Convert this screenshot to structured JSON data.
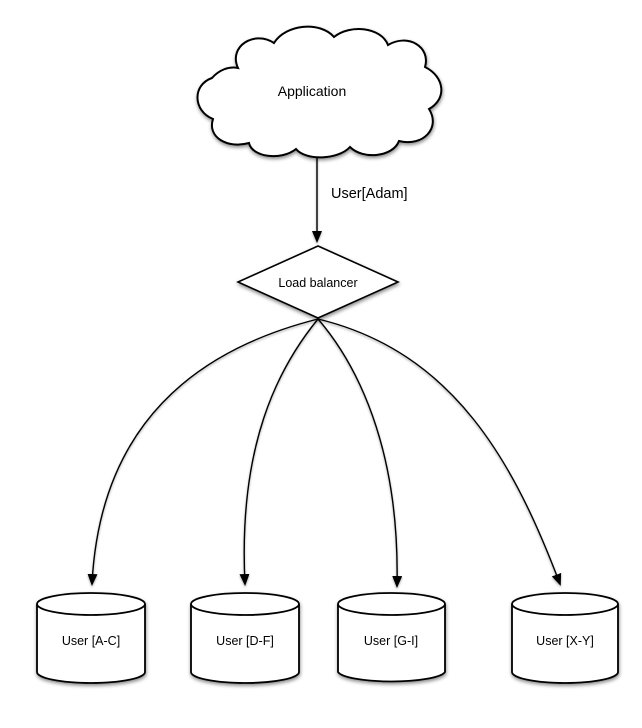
{
  "diagram": {
    "application_node": {
      "label": "Application",
      "shape": "cloud"
    },
    "request_edge": {
      "label": "User[Adam]"
    },
    "load_balancer_node": {
      "label": "Load balancer",
      "shape": "diamond"
    },
    "database_nodes": [
      {
        "label": "User [A-C]",
        "shape": "cylinder"
      },
      {
        "label": "User [D-F]",
        "shape": "cylinder"
      },
      {
        "label": "User [G-I]",
        "shape": "cylinder"
      },
      {
        "label": "User [X-Y]",
        "shape": "cylinder"
      }
    ],
    "colors": {
      "stroke": "#000000",
      "fill": "#ffffff",
      "text": "#000000",
      "background": "#ffffff"
    }
  }
}
